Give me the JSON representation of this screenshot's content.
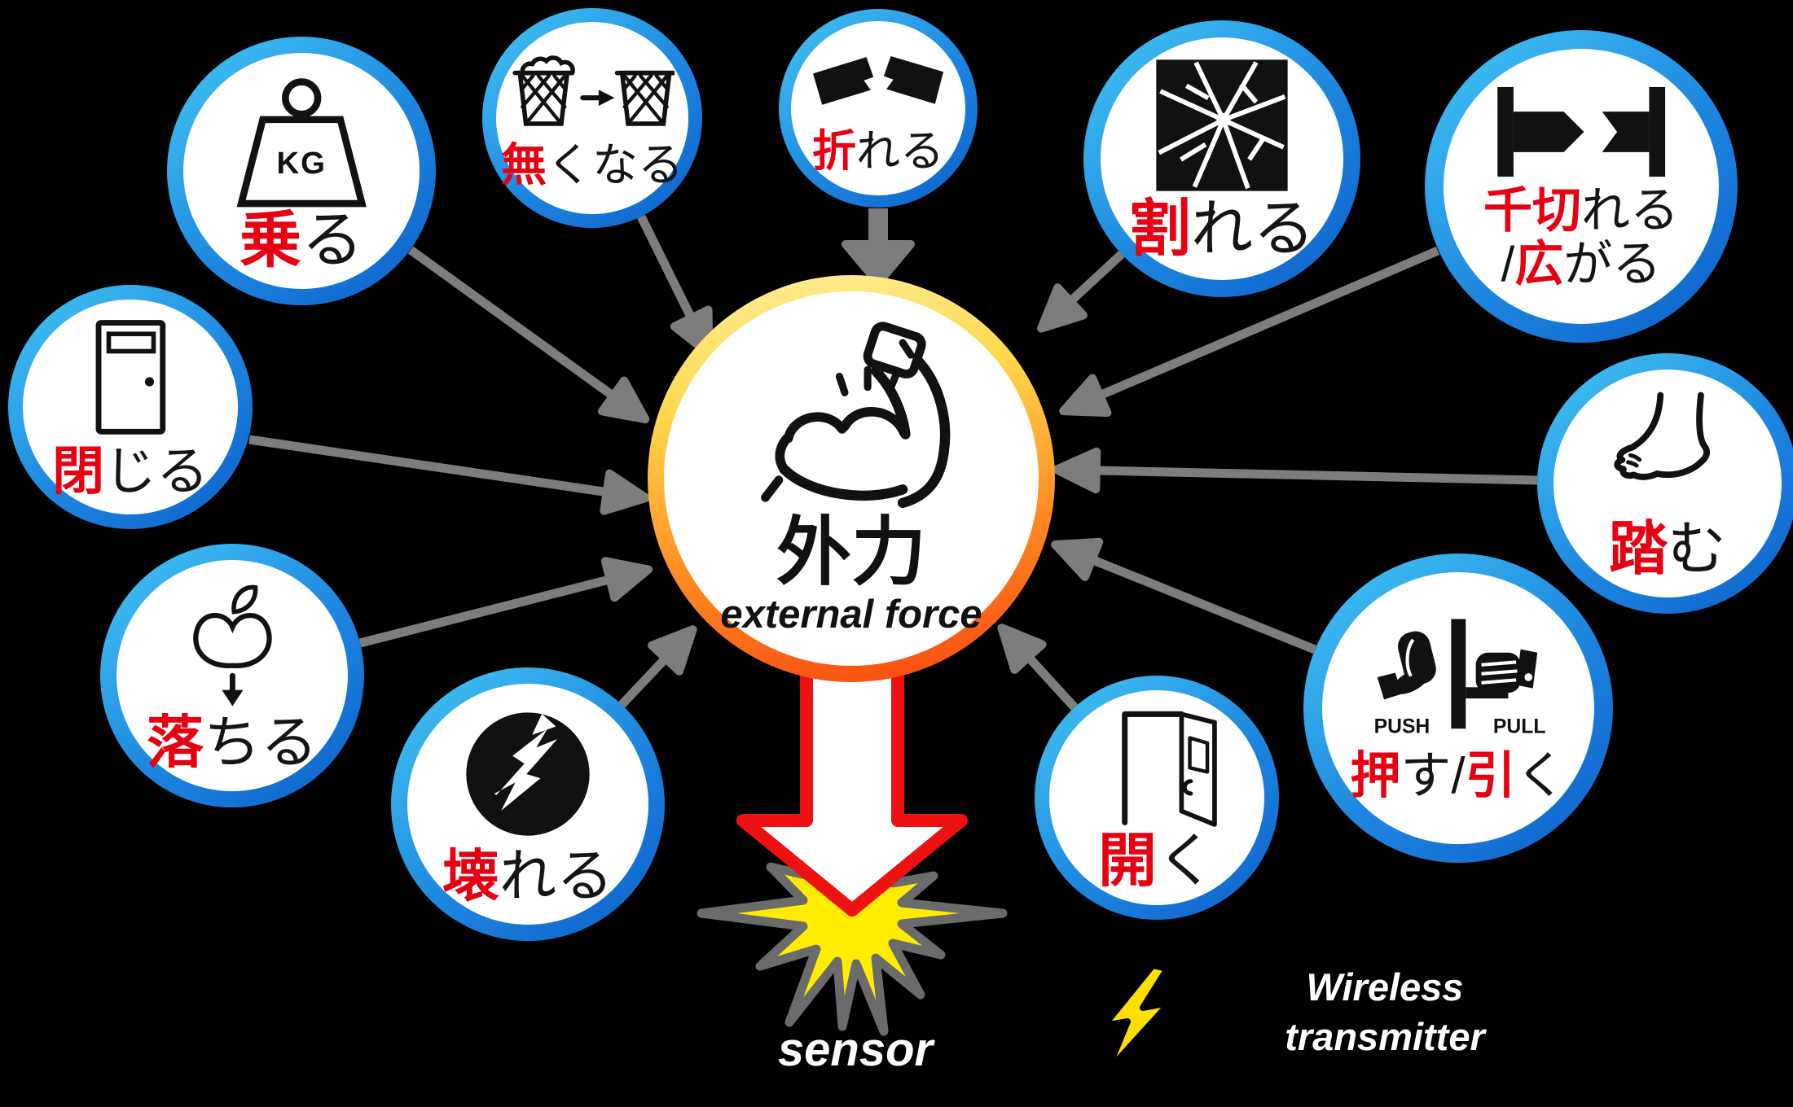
{
  "diagram": {
    "colors": {
      "background": "#000000",
      "node_ring_blue_light": "#45c9f4",
      "node_ring_blue_dark": "#0c5ec9",
      "center_ring_yellow": "#ffef9e",
      "center_ring_red": "#f8430e",
      "accent_red": "#e60012",
      "connector_gray": "#7d7d7d",
      "impact_arrow_red": "#ee1111",
      "starburst_yellow": "#ffec00",
      "bolt_yellow": "#ffdf00",
      "text_black": "#141414",
      "text_white": "#ffffff"
    },
    "center": {
      "icon": "flexed-bicep-icon",
      "title": "外力",
      "subtitle": "external force"
    },
    "nodes": [
      {
        "name": "ride-on",
        "icon": "weight-icon",
        "icon_label": "KG",
        "parts": [
          {
            "text": "乗",
            "style": "red"
          },
          {
            "text": "る",
            "style": "black"
          }
        ]
      },
      {
        "name": "disappear",
        "icon": "trash-empty-icon",
        "parts": [
          {
            "text": "無",
            "style": "red"
          },
          {
            "text": "くなる",
            "style": "black"
          }
        ]
      },
      {
        "name": "snap",
        "icon": "broken-bar-icon",
        "parts": [
          {
            "text": "折",
            "style": "red"
          },
          {
            "text": "れる",
            "style": "black"
          }
        ]
      },
      {
        "name": "shatter",
        "icon": "cracked-glass-icon",
        "parts": [
          {
            "text": "割",
            "style": "red"
          },
          {
            "text": "れる",
            "style": "black"
          }
        ]
      },
      {
        "name": "tear-spread",
        "icon": "stretch-tear-icon",
        "lines": [
          {
            "parts": [
              {
                "text": "千切",
                "style": "red"
              },
              {
                "text": "れる",
                "style": "black"
              }
            ]
          },
          {
            "parts": [
              {
                "text": "/",
                "style": "black"
              },
              {
                "text": "広",
                "style": "red"
              },
              {
                "text": "がる",
                "style": "black"
              }
            ]
          }
        ]
      },
      {
        "name": "close",
        "icon": "closed-door-icon",
        "parts": [
          {
            "text": "閉",
            "style": "red"
          },
          {
            "text": "じる",
            "style": "black"
          }
        ]
      },
      {
        "name": "fall",
        "icon": "falling-apple-icon",
        "parts": [
          {
            "text": "落",
            "style": "red"
          },
          {
            "text": "ちる",
            "style": "black"
          }
        ]
      },
      {
        "name": "break",
        "icon": "crack-circle-icon",
        "parts": [
          {
            "text": "壊",
            "style": "red"
          },
          {
            "text": "れる",
            "style": "black"
          }
        ]
      },
      {
        "name": "open",
        "icon": "open-door-icon",
        "parts": [
          {
            "text": "開",
            "style": "red"
          },
          {
            "text": "く",
            "style": "black"
          }
        ]
      },
      {
        "name": "push-pull",
        "icon": "push-pull-hands-icon",
        "icon_labels": {
          "push": "PUSH",
          "pull": "PULL"
        },
        "parts": [
          {
            "text": "押",
            "style": "red"
          },
          {
            "text": "す",
            "style": "black"
          },
          {
            "text": "/",
            "style": "black"
          },
          {
            "text": "引",
            "style": "red"
          },
          {
            "text": "く",
            "style": "black"
          }
        ]
      },
      {
        "name": "step-on",
        "icon": "foot-icon",
        "parts": [
          {
            "text": "踏",
            "style": "red"
          },
          {
            "text": "む",
            "style": "black"
          }
        ]
      }
    ],
    "bottom": {
      "sensor_label": "sensor",
      "impact_icon": "impact-starburst-icon",
      "bolt_icon": "lightning-bolt-icon",
      "wireless_line1": "Wireless",
      "wireless_line2": "transmitter"
    }
  }
}
